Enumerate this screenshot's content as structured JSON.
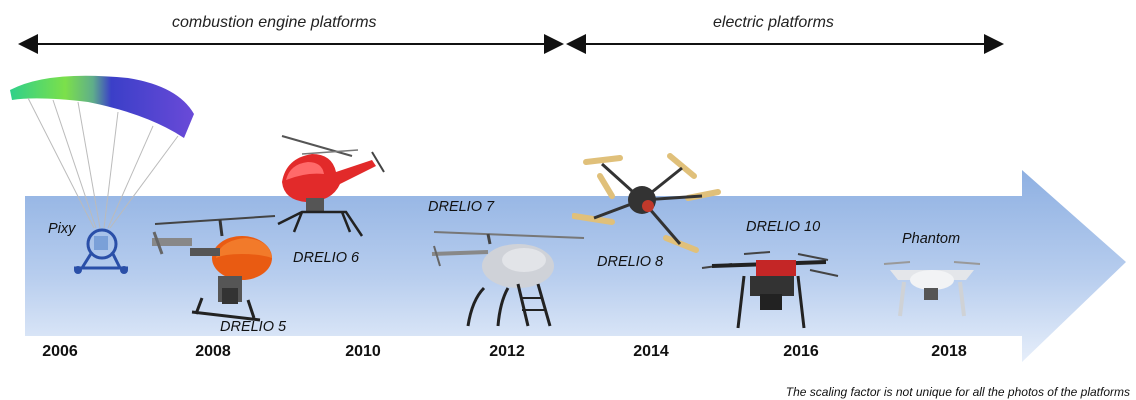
{
  "timeline": {
    "periods": [
      {
        "label": "combustion engine platforms"
      },
      {
        "label": "electric platforms"
      }
    ],
    "years": [
      "2006",
      "2008",
      "2010",
      "2012",
      "2014",
      "2016",
      "2018"
    ],
    "arrow_color": "#aac4e8"
  },
  "platforms": [
    {
      "name": "Pixy",
      "icon": "paramotor-icon"
    },
    {
      "name": "DRELIO 5",
      "icon": "helicopter-orange-icon"
    },
    {
      "name": "DRELIO 6",
      "icon": "helicopter-red-icon"
    },
    {
      "name": "DRELIO 7",
      "icon": "helicopter-white-icon"
    },
    {
      "name": "DRELIO 8",
      "icon": "hexacopter-icon"
    },
    {
      "name": "DRELIO 10",
      "icon": "octocopter-icon"
    },
    {
      "name": "Phantom",
      "icon": "quadcopter-white-icon"
    }
  ],
  "footnote": "The scaling factor is not unique for all the photos of the platforms"
}
